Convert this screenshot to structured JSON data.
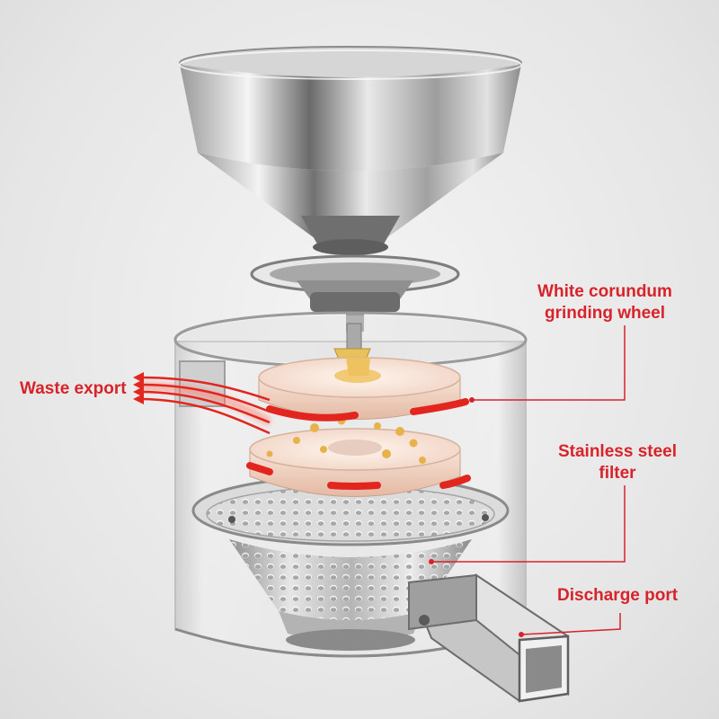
{
  "labels": {
    "grinding_wheel": [
      "White corundum",
      "grinding wheel"
    ],
    "filter": [
      "Stainless steel",
      "filter"
    ],
    "waste_export": "Waste export",
    "discharge_port": "Discharge port"
  },
  "colors": {
    "label_red": "#d8232a",
    "steel_light": "#f2f2f2",
    "steel_mid": "#b9b9b9",
    "steel_dark": "#6f6f6f",
    "wheel_stone": "#efd2c2",
    "grain": "#e8b24a",
    "arrow_red": "#e2261f"
  }
}
